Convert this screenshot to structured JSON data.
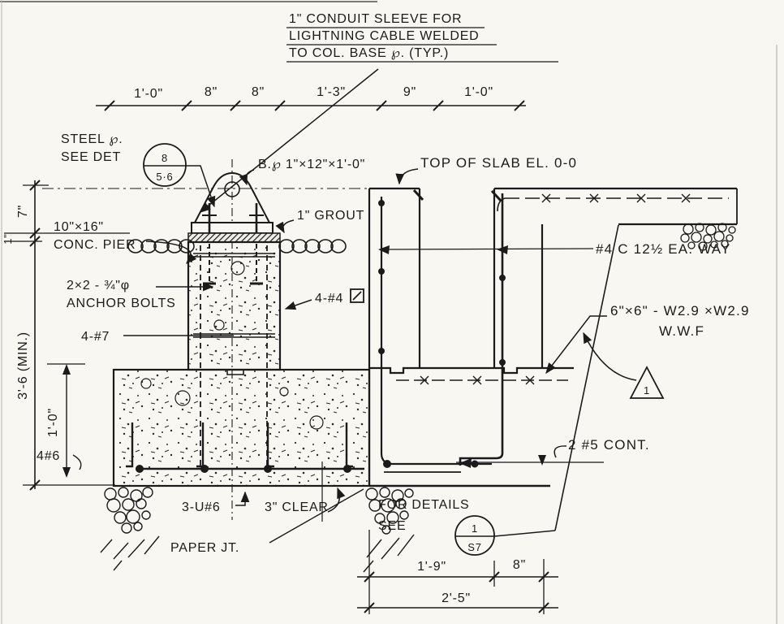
{
  "meta": {
    "ink": "#1b1b1b",
    "paper": "#f8f7f2",
    "drawing_type": "foundation-pier-section-detail"
  },
  "callouts": {
    "conduit_note": {
      "line1": "1\" CONDUIT SLEEVE FOR",
      "line2": "LIGHTNING CABLE WELDED",
      "line3": "TO COL. BASE ℘. (TYP.)"
    },
    "steel_plate": {
      "line1": "STEEL ℘.",
      "line2": "SEE DET"
    },
    "detail_bubble_top": {
      "num": "8",
      "sheet": "5·6"
    },
    "base_plate": "B.℘ 1\"×12\"×1'-0\"",
    "top_of_slab": "TOP OF SLAB EL. 0-0",
    "pier": {
      "line1": "10\"×16\"",
      "line2": "CONC. PIER"
    },
    "grout": "1\" GROUT",
    "anchor_bolts": {
      "line1": "2×2 - ¾\"φ",
      "line2": "ANCHOR BOLTS"
    },
    "ties": "4-#4",
    "pier_bars": "4-#7",
    "slab_reinf": "#4 C 12½ EA. WAY",
    "wwf": {
      "line1": "6\"×6\" - W2.9 ×W2.9",
      "line2": "W.W.F"
    },
    "revision_triangle": "1",
    "cont_bars": "2 #5 CONT.",
    "details_note": {
      "line1": "FOR DETAILS",
      "line2": "SEE"
    },
    "detail_bubble_bottom": {
      "num": "1",
      "sheet": "S7"
    },
    "u_bars": "3-U#6",
    "clear": "3\" CLEAR",
    "paper_joint": "PAPER JT.",
    "footing_bars": "4#6"
  },
  "dimensions": {
    "top": [
      "1'-0\"",
      "8\"",
      "8\"",
      "1'-3\"",
      "9\"",
      "1'-0\""
    ],
    "left": {
      "d1": "7\"",
      "d2": "1\"",
      "d3": "3'-6 (MIN.)",
      "inner": "1'-0\""
    },
    "bottom": {
      "d1": "1'-9\"",
      "d2": "8\"",
      "total": "2'-5\""
    }
  }
}
